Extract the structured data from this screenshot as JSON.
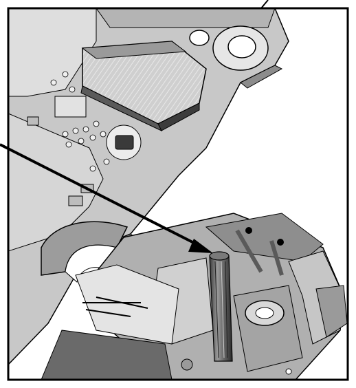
{
  "figure": {
    "description_label": "",
    "palette": {
      "frame": "#000000",
      "board_light": "#d2d2d2",
      "board_mid": "#b4b4b4",
      "board_dark": "#8c8c8c",
      "shadow": "#5a5a5a",
      "background": "#ffffff",
      "arrow": "#000000"
    },
    "parts": [
      {
        "name": "circuit-board",
        "label": ""
      },
      {
        "name": "battery-module",
        "label": ""
      },
      {
        "name": "mounting-holes",
        "label": ""
      },
      {
        "name": "connector-housing",
        "label": ""
      },
      {
        "name": "locating-pin",
        "label": ""
      },
      {
        "name": "spring-contacts",
        "label": ""
      },
      {
        "name": "pointer-arrow",
        "label": ""
      }
    ]
  }
}
